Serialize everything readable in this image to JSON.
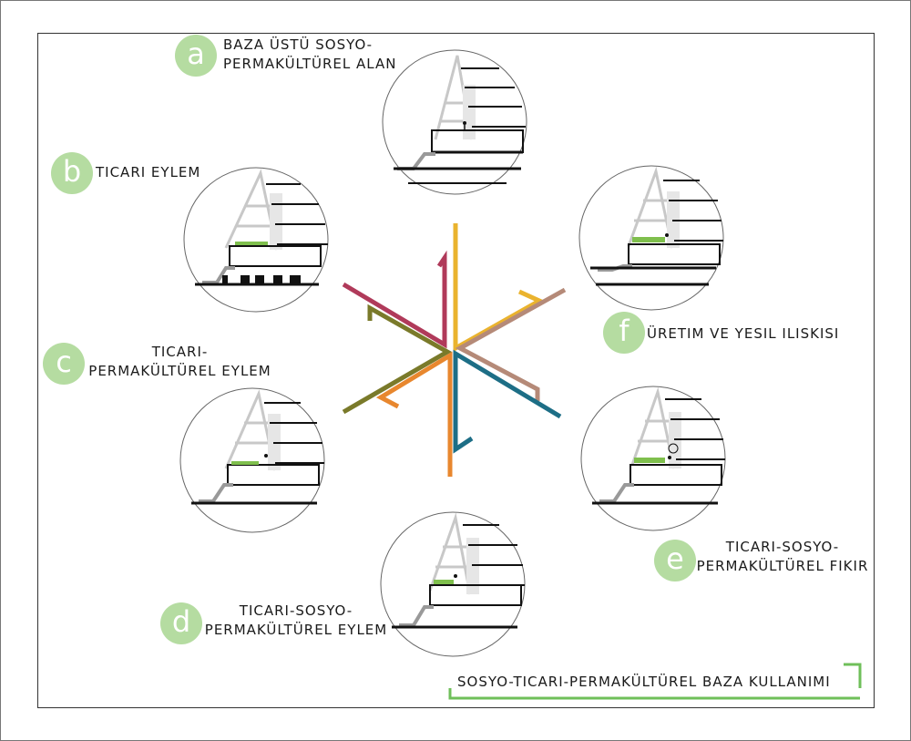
{
  "title": "SOSYO-TICARI-PERMAKÜLTÜREL BAZA KULLANIMI",
  "nodes": [
    {
      "letter": "a",
      "lines": [
        "BAZA ÜSTÜ SOSYO-",
        "PERMAKÜLTÜREL ALAN"
      ]
    },
    {
      "letter": "b",
      "lines": [
        "TICARI EYLEM"
      ]
    },
    {
      "letter": "c",
      "lines": [
        "TICARI-",
        "PERMAKÜLTÜREL EYLEM"
      ]
    },
    {
      "letter": "d",
      "lines": [
        "TICARI-SOSYO-",
        "PERMAKÜLTÜREL EYLEM"
      ]
    },
    {
      "letter": "e",
      "lines": [
        "TICARI-SOSYO-",
        "PERMAKÜLTÜREL FIKIR"
      ]
    },
    {
      "letter": "f",
      "lines": [
        "ÜRETIM VE YESIL ILISKISI"
      ]
    }
  ],
  "hub_colors": {
    "yellow": "#eab32e",
    "tan": "#b58a78",
    "teal": "#1d6e86",
    "orange": "#e8872e",
    "olive": "#7a7a2a",
    "magenta": "#b03a5a"
  },
  "badge_color": "#b5dca1",
  "accent_green": "#6fbf5a"
}
